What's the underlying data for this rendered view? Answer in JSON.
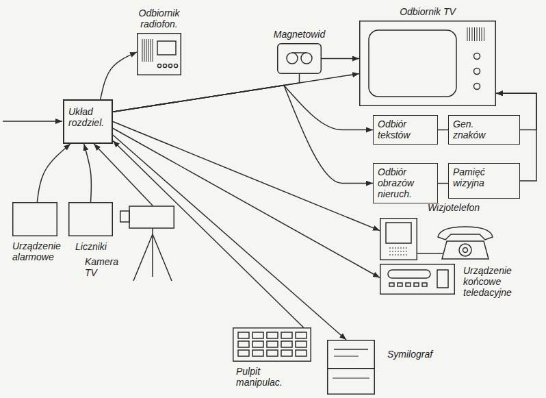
{
  "diagram": {
    "nodes": [
      {
        "text": [
          "Odbiornik radiofon."
        ]
      },
      {
        "text": [
          "Magnetowid"
        ]
      },
      {
        "text": [
          "Odbiornik TV"
        ]
      },
      {
        "text": [
          "Układ rozdziel."
        ]
      },
      {
        "text": [
          "Odbiór tekstów"
        ]
      },
      {
        "text": [
          "Gen. znaków"
        ]
      },
      {
        "text": [
          "Odbiór obrazów nieruch."
        ]
      },
      {
        "text": [
          "Pamięć wizyjna"
        ]
      },
      {
        "text": [
          "Wizjotelefon"
        ]
      },
      {
        "text": [
          "Urządzenie końcowe teledacyjne"
        ]
      },
      {
        "text": [
          "Urządzenie alarmowe"
        ]
      },
      {
        "text": [
          "Liczniki"
        ]
      },
      {
        "text": [
          "Kamera TV"
        ]
      },
      {
        "text": [
          "Pulpit manipulac."
        ]
      },
      {
        "text": [
          "Symilograf"
        ]
      }
    ],
    "edges": [
      {
        "from": 3,
        "to": 0,
        "arrow": "to"
      },
      {
        "from": 3,
        "to": 2,
        "arrow": "to"
      },
      {
        "from": 3,
        "to": 1,
        "arrow": "none"
      },
      {
        "from": 1,
        "to": 2,
        "arrow": "to"
      },
      {
        "from": 3,
        "to": 4,
        "arrow": "to"
      },
      {
        "from": 3,
        "to": 6,
        "arrow": "to"
      },
      {
        "from": 4,
        "to": 5,
        "arrow": "none"
      },
      {
        "from": 6,
        "to": 7,
        "arrow": "none"
      },
      {
        "from": 5,
        "to": 2,
        "arrow": "to"
      },
      {
        "from": 7,
        "to": 2,
        "arrow": "to"
      },
      {
        "from": 3,
        "to": 8,
        "arrow": "to"
      },
      {
        "from": 3,
        "to": 9,
        "arrow": "to"
      },
      {
        "from": 3,
        "to": 14,
        "arrow": "to"
      },
      {
        "from": 13,
        "to": 3,
        "arrow": "to"
      },
      {
        "from": 12,
        "to": 3,
        "arrow": "to"
      },
      {
        "from": 10,
        "to": 3,
        "arrow": "to"
      },
      {
        "from": 11,
        "to": 3,
        "arrow": "to"
      }
    ]
  }
}
